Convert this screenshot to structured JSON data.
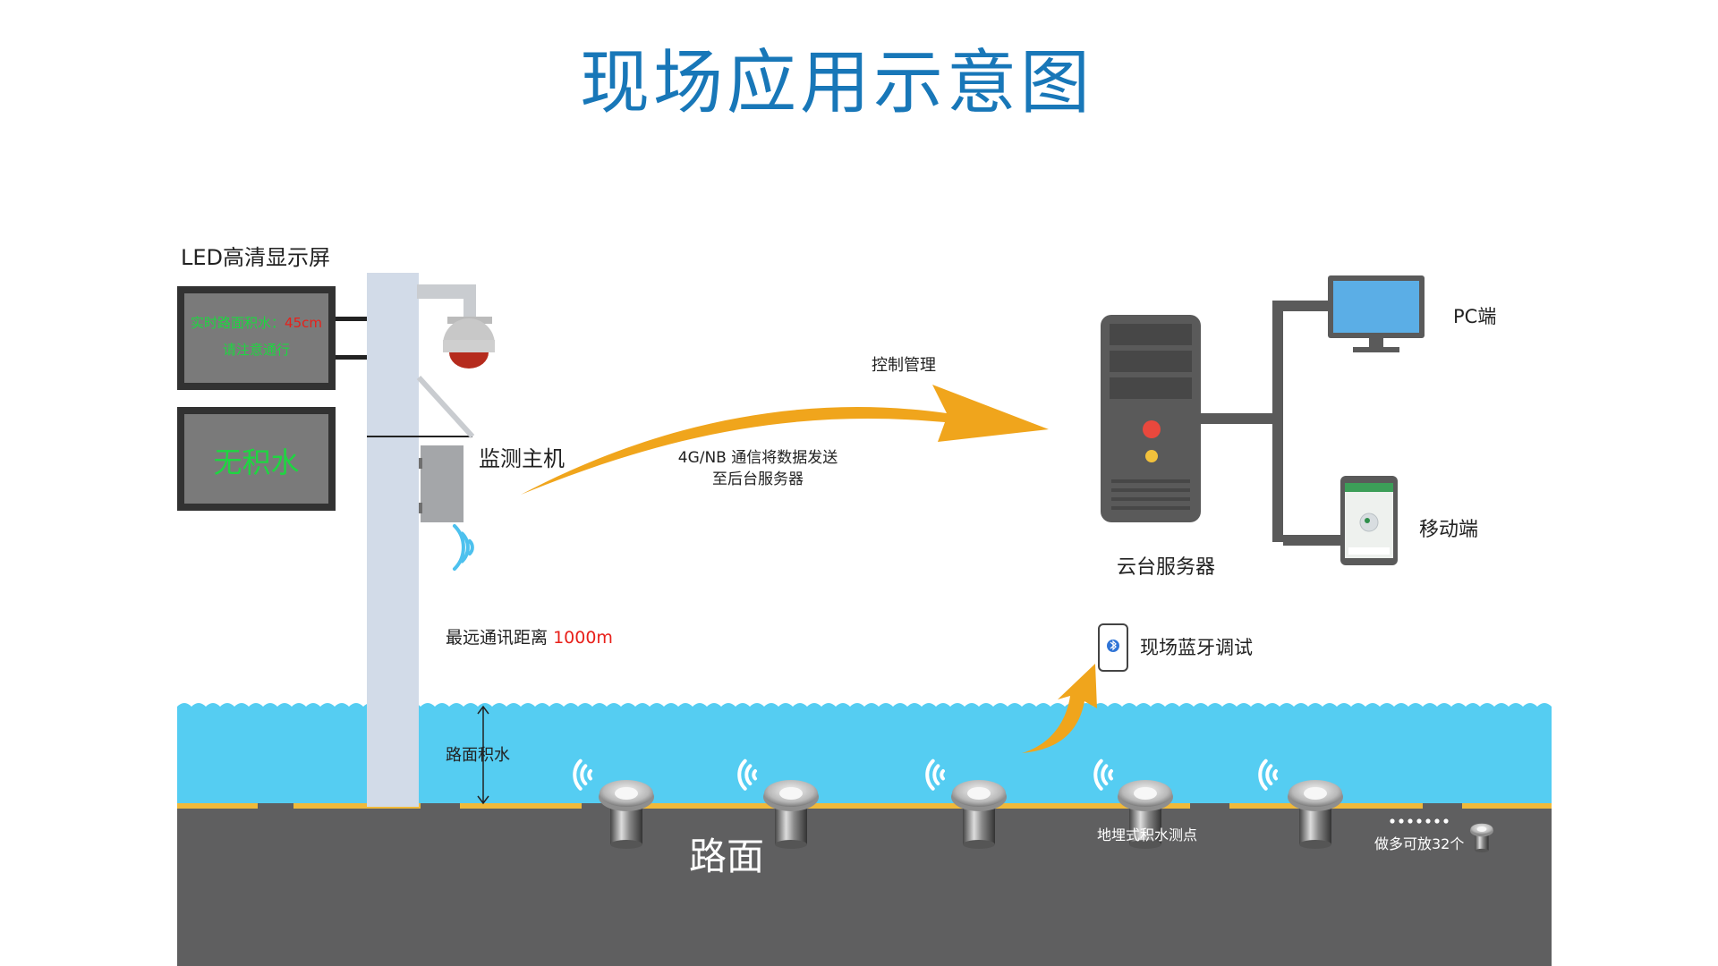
{
  "title": "现场应用示意图",
  "led": {
    "label": "LED高清显示屏",
    "screen1": {
      "prefix": "实时路面积水：",
      "value": "45cm",
      "line2": "请注意通行"
    },
    "screen2": {
      "text": "无积水"
    }
  },
  "monitor_host": "监测主机",
  "comm_range": {
    "prefix": "最远通讯距离",
    "value": "1000m"
  },
  "control_label": "控制管理",
  "send_label": {
    "line1": "4G/NB 通信将数据发送",
    "line2": "至后台服务器"
  },
  "server_label": "云台服务器",
  "pc_label": "PC端",
  "mobile_label": "移动端",
  "bluetooth_label": "现场蓝牙调试",
  "water_label": "路面积水",
  "road_label": "路面",
  "sensor_label": "地埋式积水测点",
  "more_label": "做多可放32个",
  "colors": {
    "title": "#1877b8",
    "water": "#55cdf2",
    "road": "#5f5f60",
    "arrow": "#f0a51c",
    "pole": "#d2dbe8"
  }
}
